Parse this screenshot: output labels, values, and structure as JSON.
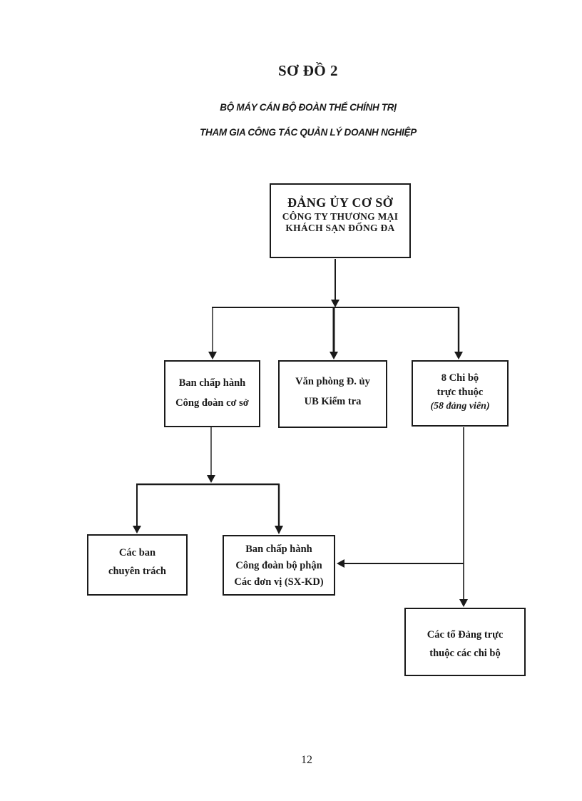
{
  "header": {
    "title": "SƠ ĐỒ 2",
    "subtitle_line1": "BỘ MÁY CÁN BỘ ĐOÀN THỂ CHÍNH TRỊ",
    "subtitle_line2": "THAM GIA CÔNG TÁC QUẢN LÝ DOANH NGHIỆP"
  },
  "diagram": {
    "nodes": {
      "dang_uy_co_so": {
        "lines": [
          "ĐẢNG ỦY CƠ SỞ",
          "CÔNG TY THƯƠNG MẠI",
          "KHÁCH SẠN ĐỐNG ĐA"
        ]
      },
      "bch_cong_doan_co_so": {
        "lines": [
          "Ban chấp hành",
          "Công đoàn cơ sở"
        ]
      },
      "van_phong_d_uy": {
        "lines": [
          "Văn phòng Đ. ủy",
          "UB Kiểm tra"
        ]
      },
      "chi_bo_truc_thuoc": {
        "lines": [
          "8 Chi bộ",
          "trực thuộc",
          "(58 đảng viên)"
        ]
      },
      "cac_ban_chuyen_trach": {
        "lines": [
          "Các ban",
          "chuyên trách"
        ]
      },
      "bch_cong_doan_bo_phan": {
        "lines": [
          "Ban chấp hành",
          "Công đoàn bộ phận",
          "Các đơn vị (SX-KD)"
        ]
      },
      "cac_to_dang": {
        "lines": [
          "Các tổ Đảng trực",
          "thuộc các chi bộ"
        ]
      }
    },
    "edges": [
      {
        "from": "dang_uy_co_so",
        "to": "bch_cong_doan_co_so"
      },
      {
        "from": "dang_uy_co_so",
        "to": "van_phong_d_uy"
      },
      {
        "from": "dang_uy_co_so",
        "to": "chi_bo_truc_thuoc"
      },
      {
        "from": "bch_cong_doan_co_so",
        "to": "cac_ban_chuyen_trach"
      },
      {
        "from": "bch_cong_doan_co_so",
        "to": "bch_cong_doan_bo_phan"
      },
      {
        "from": "chi_bo_truc_thuoc",
        "to": "bch_cong_doan_bo_phan"
      },
      {
        "from": "chi_bo_truc_thuoc",
        "to": "cac_to_dang"
      }
    ]
  },
  "footer": {
    "page_number": "12"
  },
  "colors": {
    "ink": "#1a1a1a",
    "paper": "#ffffff"
  }
}
